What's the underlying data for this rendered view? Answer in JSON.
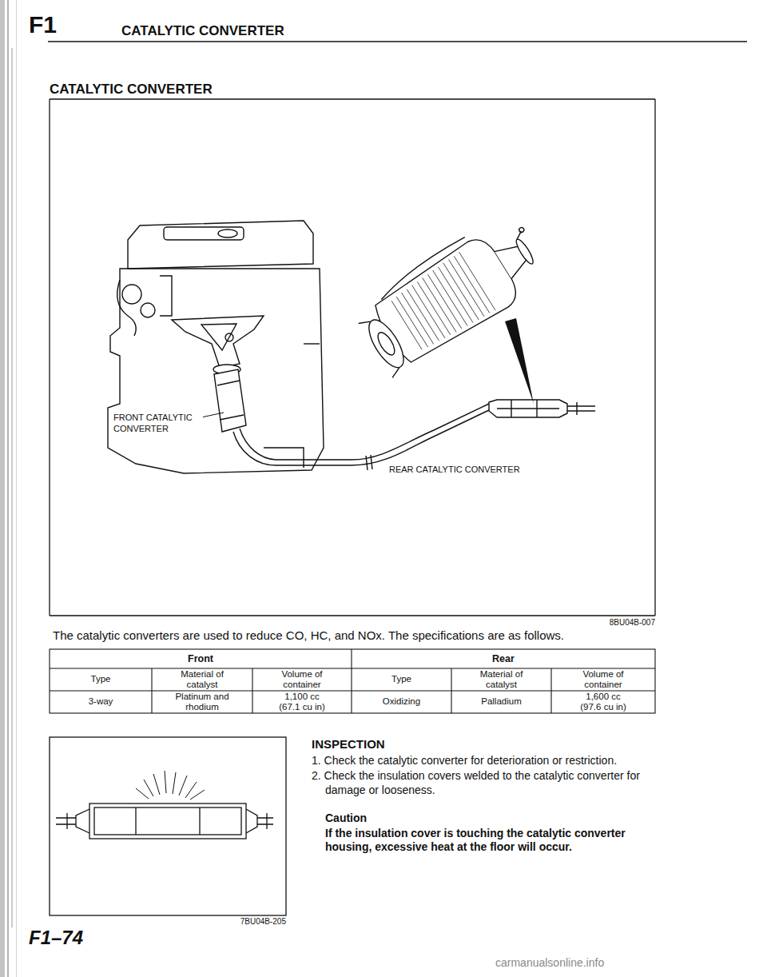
{
  "diagram": {
    "title": "CATALYTIC CONVERTER",
    "labels": [
      "F1",
      "CATALYTIC CONVERTER",
      "FRONT CATALYTIC CONVERTER",
      "REAR CATALYTIC CONVERTER",
      "8BU04B-007",
      "The catalytic converters are used to reduce CO, HC, and NOx. The specifications are as follows.",
      "Front",
      "Rear",
      "Type",
      "Material of catalyst",
      "Volume of container",
      "Type",
      "Material of catalyst",
      "Volume of container",
      "3-way",
      "Platinum and rhodium",
      "1,100 cc (67.1 cu in)",
      "Oxidizing",
      "Palladium",
      "1,600 cc (97.6 cu in)",
      "INSPECTION",
      "1. Check the catalytic converter for deterioration or restriction.",
      "2. Check the insulation covers welded to the catalytic converter for damage or looseness.",
      "Caution",
      "If the insulation cover is touching the catalytic converter housing, excessive heat at the floor will occur.",
      "7BU04B-205",
      "F1–74",
      "carmanualsonline.info"
    ]
  }
}
